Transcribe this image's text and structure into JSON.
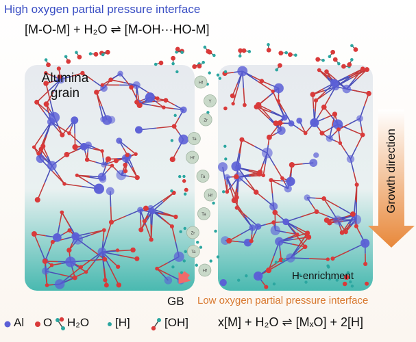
{
  "header": {
    "interface_high": "High oxygen partial pressure interface",
    "equation_top": "[M-O-M] + H₂O ⇌ [M-OH···HO-M]"
  },
  "labels": {
    "grain_line1": "Alumina",
    "grain_line2": "grain",
    "h_enrichment": "H-enrichment",
    "growth_direction": "Growth direction",
    "gb": "GB",
    "interface_low": "Low oxygen partial pressure interface"
  },
  "gb_atoms": [
    "Hf",
    "Y",
    "Zr",
    "Ta",
    "Hf",
    "Ta",
    "Hf",
    "Ta",
    "Zr",
    "Ta",
    "Hf"
  ],
  "legend": {
    "al": "Al",
    "o": "O",
    "h2o": "H₂O",
    "h": "[H]",
    "oh": "[OH]",
    "equation_bottom": "x[M] + H₂O ⇌ [MₓO] + 2[H]"
  },
  "colors": {
    "al_atom": "#5B5FD6",
    "o_atom": "#D93A3A",
    "h_atom": "#2BA6A0",
    "gb_atom": "#C9D9C9",
    "arrow": "#E8883A",
    "high_text": "#3B4FC4",
    "low_text": "#D8782E"
  }
}
